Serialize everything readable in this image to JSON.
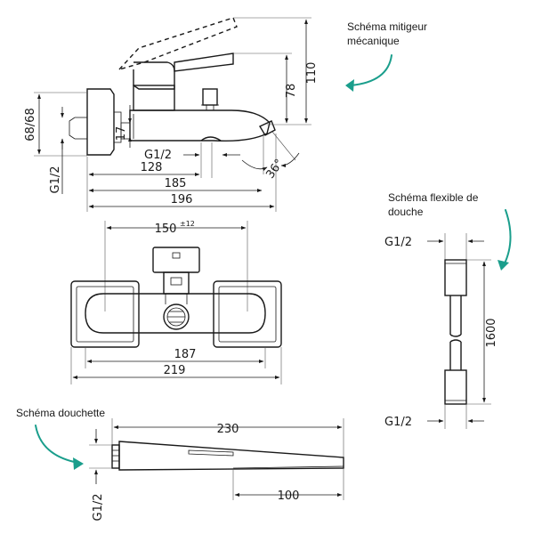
{
  "labels": {
    "mixer_schema": [
      "Schéma mitigeur",
      "mécanique"
    ],
    "hose_schema": [
      "Schéma flexible de",
      "douche"
    ],
    "handshower_schema": "Schéma douchette"
  },
  "mixer_dims": {
    "h110": "110",
    "h78": "78",
    "h68": "68/68",
    "h17": "17",
    "g_side": "G1/2",
    "g_bottom": "G1/2",
    "w128": "128",
    "w185": "185",
    "w196": "196",
    "angle": "36°",
    "w150": "150",
    "w150_tol": "±12",
    "w187": "187",
    "w219": "219"
  },
  "hose_dims": {
    "g_top": "G1/2",
    "length": "1600",
    "g_bottom": "G1/2"
  },
  "shower_dims": {
    "length": "230",
    "face": "100",
    "g": "G1/2"
  },
  "colors": {
    "accent": "#1a9e8c",
    "line": "#1a1a1a"
  }
}
